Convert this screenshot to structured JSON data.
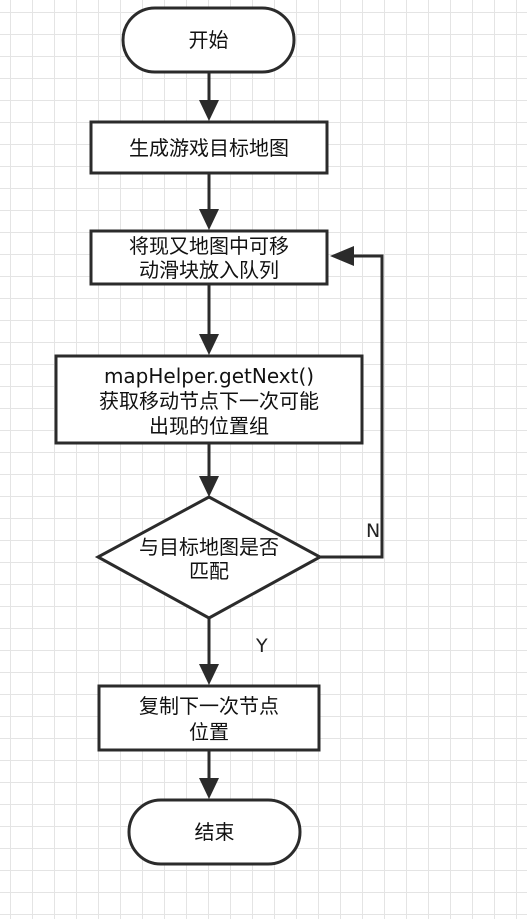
{
  "nodes": {
    "start": {
      "label": "开始"
    },
    "generate_target": {
      "label": "生成游戏目标地图"
    },
    "enqueue": {
      "lines": [
        "将现又地图中可移",
        "动滑块放入队列"
      ]
    },
    "get_next": {
      "lines": [
        "mapHelper.getNext()",
        "获取移动节点下一次可能",
        "出现的位置组"
      ]
    },
    "match_decision": {
      "lines": [
        "与目标地图是否",
        "匹配"
      ]
    },
    "copy_position": {
      "lines": [
        "复制下一次节点",
        "位置"
      ]
    },
    "end": {
      "label": "结束"
    }
  },
  "edges": {
    "no_label": "N",
    "yes_label": "Y"
  }
}
